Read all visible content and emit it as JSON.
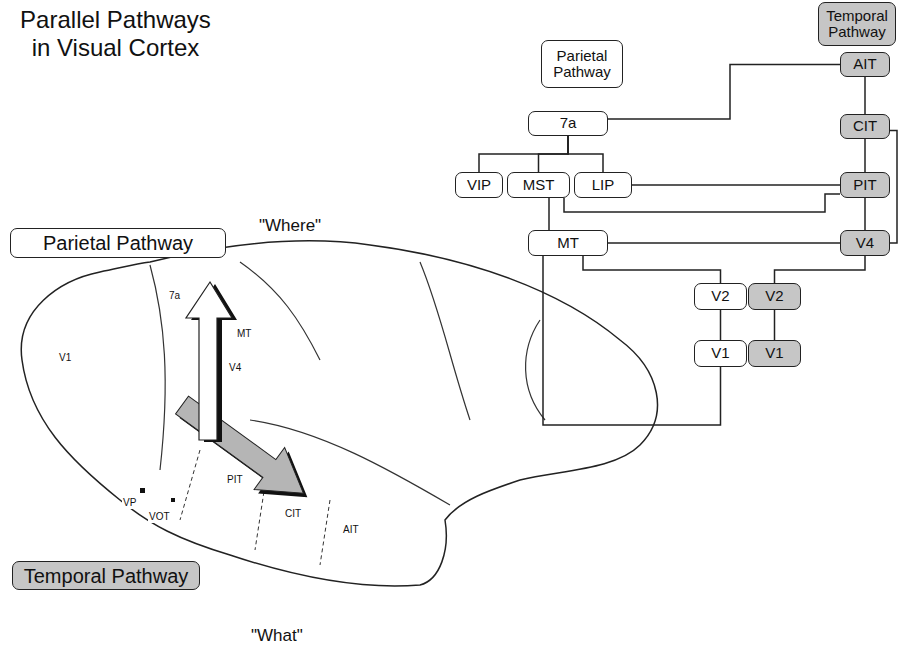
{
  "diagram": {
    "title": "Parallel Pathways in Visual Cortex",
    "nodes": [
      {
        "text": [
          "Parietal Pathway"
        ]
      },
      {
        "text": [
          "Temporal Pathway"
        ]
      },
      {
        "text": [
          "Parietal Pathway"
        ]
      },
      {
        "text": [
          "Temporal Pathway"
        ]
      },
      {
        "text": [
          "AIT"
        ]
      },
      {
        "text": [
          "CIT"
        ]
      },
      {
        "text": [
          "7a"
        ]
      },
      {
        "text": [
          "VIP"
        ]
      },
      {
        "text": [
          "MST"
        ]
      },
      {
        "text": [
          "LIP"
        ]
      },
      {
        "text": [
          "PIT"
        ]
      },
      {
        "text": [
          "MT"
        ]
      },
      {
        "text": [
          "V4"
        ]
      },
      {
        "text": [
          "V2"
        ]
      },
      {
        "text": [
          "V2"
        ]
      },
      {
        "text": [
          "V1"
        ]
      },
      {
        "text": [
          "V1"
        ]
      }
    ],
    "edges": [
      {
        "from": 6,
        "to": 4,
        "arrow": "none"
      },
      {
        "from": 4,
        "to": 5,
        "arrow": "none"
      },
      {
        "from": 6,
        "to": 7,
        "arrow": "none"
      },
      {
        "from": 6,
        "to": 8,
        "arrow": "none"
      },
      {
        "from": 6,
        "to": 9,
        "arrow": "none"
      },
      {
        "from": 5,
        "to": 10,
        "arrow": "none"
      },
      {
        "from": 5,
        "to": 12,
        "arrow": "none"
      },
      {
        "from": 9,
        "to": 10,
        "arrow": "none"
      },
      {
        "from": 8,
        "to": 10,
        "arrow": "none"
      },
      {
        "from": 8,
        "to": 11,
        "arrow": "none"
      },
      {
        "from": 10,
        "to": 12,
        "arrow": "none"
      },
      {
        "from": 11,
        "to": 12,
        "arrow": "none"
      },
      {
        "from": 11,
        "to": 13,
        "arrow": "none"
      },
      {
        "from": 12,
        "to": 14,
        "arrow": "none"
      },
      {
        "from": 13,
        "to": 15,
        "arrow": "none"
      },
      {
        "from": 14,
        "to": 16,
        "arrow": "none"
      },
      {
        "from": 11,
        "to": 15,
        "arrow": "none"
      }
    ],
    "labels": [
      "\"Where\"",
      "7a",
      "MT",
      "V4",
      "V1",
      "VP",
      "VOT",
      "PIT",
      "CIT",
      "AIT",
      "\"What\""
    ]
  }
}
